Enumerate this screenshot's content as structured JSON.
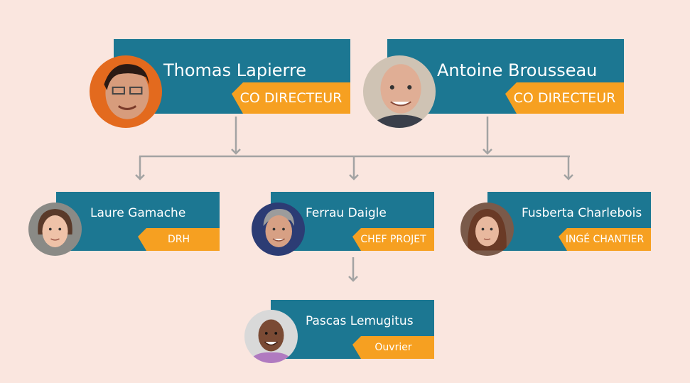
{
  "colors": {
    "background": "#fae6df",
    "name_bar": "#1c7792",
    "role_tag": "#f6a021",
    "connector": "#a3a3a3"
  },
  "people": {
    "thomas": {
      "name": "Thomas Lapierre",
      "role": "CO DIRECTEUR"
    },
    "antoine": {
      "name": "Antoine Brousseau",
      "role": "CO DIRECTEUR"
    },
    "laure": {
      "name": "Laure Gamache",
      "role": "DRH"
    },
    "ferrau": {
      "name": "Ferrau Daigle",
      "role": "CHEF PROJET"
    },
    "fusberta": {
      "name": "Fusberta Charlebois",
      "role": "INGÉ CHANTIER"
    },
    "pascas": {
      "name": "Pascas Lemugitus",
      "role": "Ouvrier"
    }
  }
}
